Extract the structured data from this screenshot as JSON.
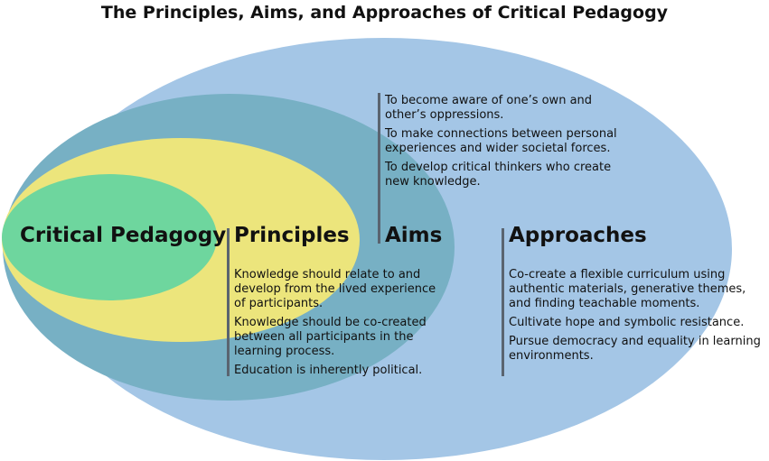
{
  "title": "The Principles, Aims, and Approaches of Critical Pedagogy",
  "colors": {
    "outer_ellipse": "#a4c6e6",
    "middle_ellipse": "#77b0c4",
    "inner_ellipse": "#ece57c",
    "core_ellipse": "#6ed69e",
    "divider": "#5a6470"
  },
  "core": {
    "label": "Critical Pedagogy"
  },
  "principles": {
    "heading": "Principles",
    "items": [
      "Knowledge should relate to and develop from the lived experience of participants.",
      "Knowledge should be co-created between all participants in the learning process.",
      "Education is inherently political."
    ]
  },
  "aims": {
    "heading": "Aims",
    "items": [
      "To become aware of one’s own and other’s oppressions.",
      "To make connections between personal experiences and wider societal forces.",
      "To develop critical thinkers who create new knowledge."
    ]
  },
  "approaches": {
    "heading": "Approaches",
    "items": [
      "Co-create a flexible curriculum using authentic materials, generative themes, and finding teachable moments.",
      "Cultivate hope and symbolic resistance.",
      "Pursue democracy and equality in learning environments."
    ]
  }
}
